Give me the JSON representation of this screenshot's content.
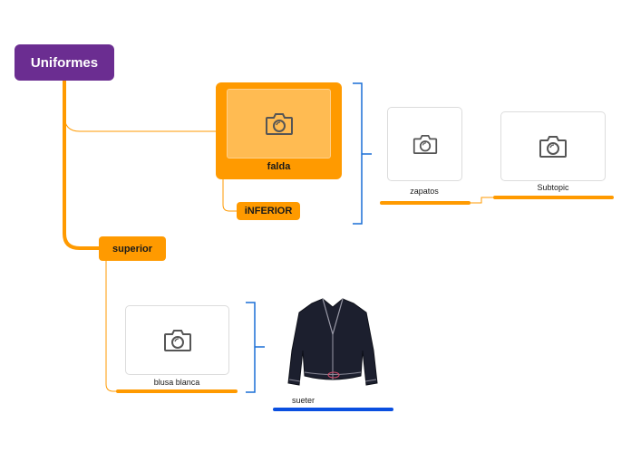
{
  "root": {
    "label": "Uniformes",
    "color": "#6b2d91"
  },
  "topics": {
    "falda": {
      "label": "falda",
      "image": "camera-icon",
      "color": "#ff9a00"
    },
    "inferior": {
      "label": "iNFERIOR",
      "color": "#ff9a00"
    },
    "superior": {
      "label": "superior",
      "color": "#ff9a00"
    }
  },
  "subtopics": {
    "zapatos": {
      "label": "zapatos",
      "image": "camera-icon"
    },
    "subtopic": {
      "label": "Subtopic",
      "image": "camera-icon"
    },
    "blusa": {
      "label": "blusa blanca",
      "image": "camera-icon"
    },
    "sueter": {
      "label": "sueter",
      "image": "sweater-image"
    }
  },
  "colors": {
    "connector": "#ff9a00",
    "bracket": "#1a6fd6",
    "sueter_underline": "#0a4fe0"
  }
}
